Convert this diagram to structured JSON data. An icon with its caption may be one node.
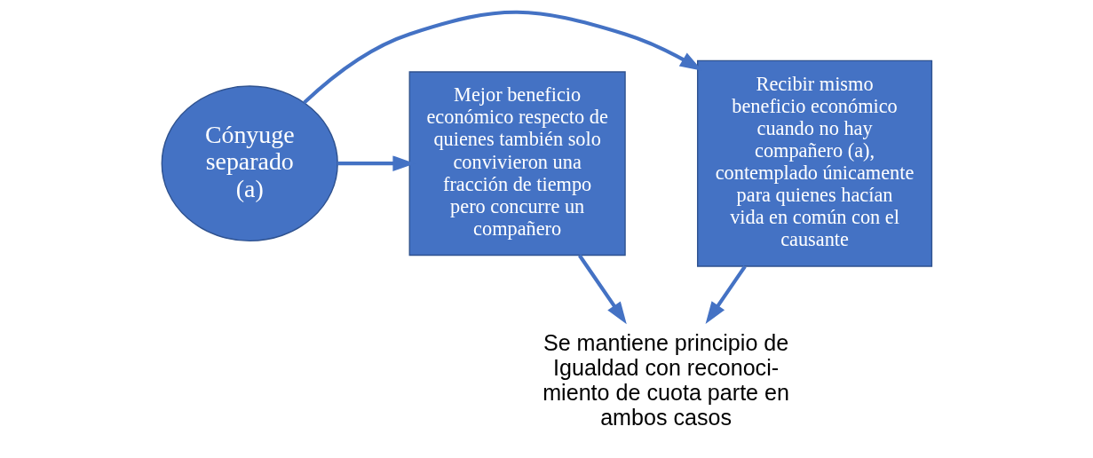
{
  "diagram": {
    "nodes": [
      {
        "text": [
          "Recibir mismo beneficio económico cuando no hay compañero (a), contemplado únicamente para quienes hacían vida en común con el causante"
        ]
      },
      {
        "text": [
          "Cónyuge separado (a)"
        ]
      },
      {
        "text": [
          "Mejor beneficio económico respecto de quienes también solo convivieron una fracción de tiempo pero concurre un compañero"
        ]
      },
      {
        "text": [
          "Se mantiene principio de Igualdad con reconoci- miento de cuota parte en ambos casos"
        ]
      }
    ],
    "edges": [
      {
        "from": 1,
        "to": 0,
        "arrow": "to"
      },
      {
        "from": 1,
        "to": 2,
        "arrow": "to"
      },
      {
        "from": 0,
        "to": 3,
        "arrow": "to"
      },
      {
        "from": 2,
        "to": 3,
        "arrow": "to"
      }
    ]
  }
}
